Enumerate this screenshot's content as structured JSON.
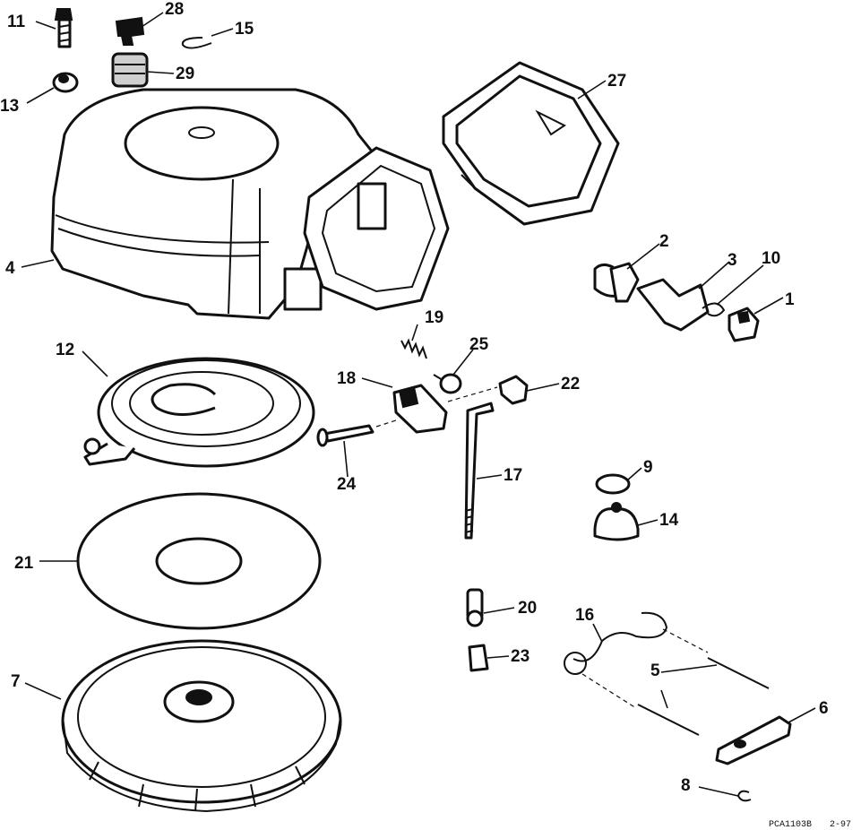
{
  "callouts": {
    "c1": "1",
    "c2": "2",
    "c3": "3",
    "c4": "4",
    "c5": "5",
    "c6": "6",
    "c7": "7",
    "c8": "8",
    "c9": "9",
    "c10": "10",
    "c11": "11",
    "c12": "12",
    "c13": "13",
    "c14": "14",
    "c15": "15",
    "c16": "16",
    "c17": "17",
    "c18": "18",
    "c19": "19",
    "c20": "20",
    "c21": "21",
    "c22": "22",
    "c23": "23",
    "c24": "24",
    "c25": "25",
    "c27": "27",
    "c28": "28",
    "c29": "29"
  },
  "footer": {
    "code": "PCA1103B",
    "date": "2-97"
  }
}
